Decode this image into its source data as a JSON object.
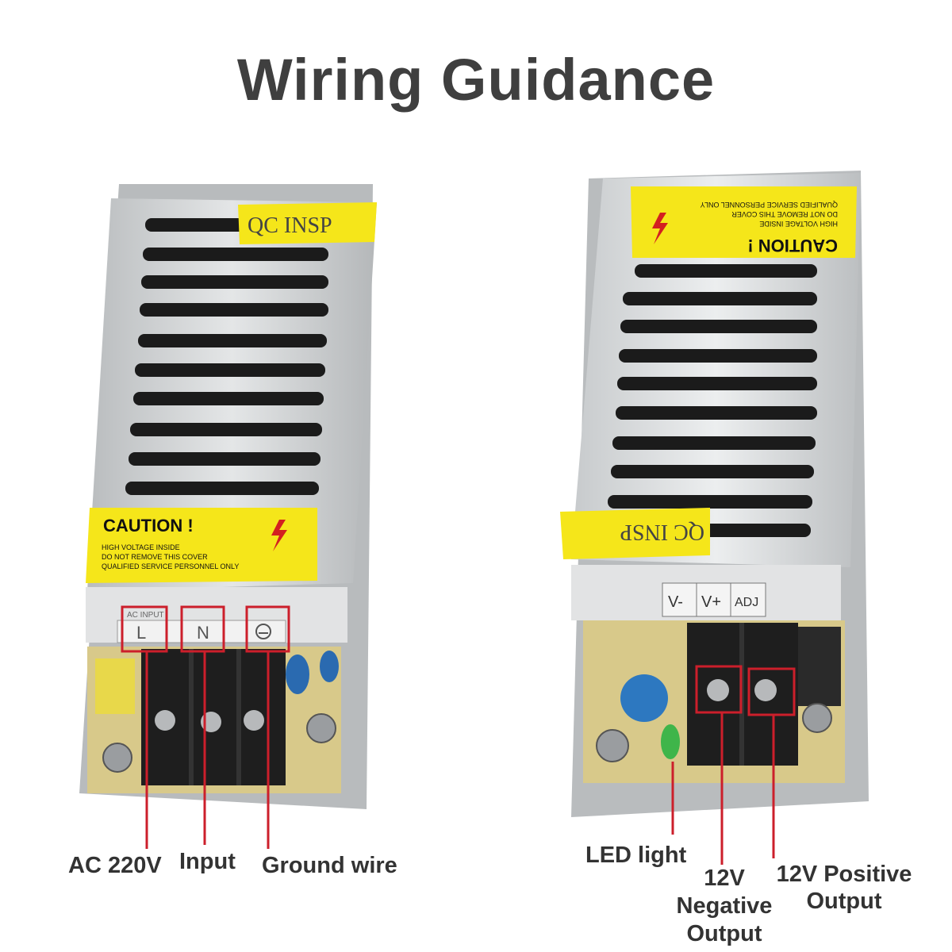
{
  "title": "Wiring Guidance",
  "left_unit": {
    "qc_sticker": "QC  INSP",
    "caution": {
      "heading": "CAUTION !",
      "lines": [
        "HIGH VOLTAGE INSIDE",
        "DO NOT REMOVE THIS COVER",
        "QUALIFIED SERVICE PERSONNEL ONLY"
      ]
    },
    "terminal_header": "AC INPUT",
    "terminal_labels": [
      "L",
      "N"
    ],
    "callouts": {
      "ac": "AC 220V",
      "input": "Input",
      "ground": "Ground wire"
    }
  },
  "right_unit": {
    "qc_sticker": "QC  INSP",
    "caution": {
      "heading": "CAUTION !",
      "lines": [
        "HIGH VOLTAGE INSIDE",
        "DO NOT REMOVE THIS COVER",
        "QUALIFIED SERVICE PERSONNEL ONLY"
      ]
    },
    "terminal_labels": [
      "V-",
      "V+",
      "ADJ"
    ],
    "callouts": {
      "led": "LED light",
      "negative": "12V\nNegative\nOutput",
      "negative_lines": [
        "12V",
        "Negative",
        "Output"
      ],
      "positive_lines": [
        "12V Positive",
        "Output"
      ]
    }
  },
  "colors": {
    "callout_red": "#cc1f2b",
    "sticker_yellow": "#f5e61a",
    "metal": "#c9ccce",
    "terminal_black": "#1e1e1e",
    "pcb": "#d8c98a"
  }
}
